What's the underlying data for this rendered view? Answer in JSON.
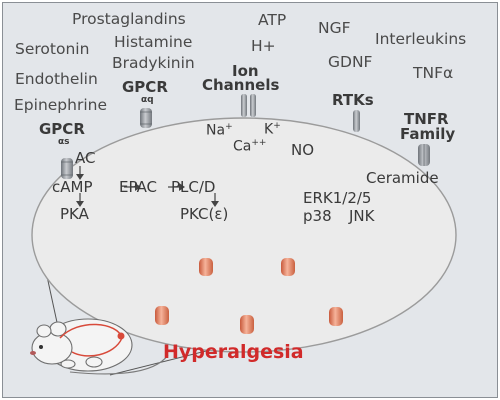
{
  "extracellular_mediators": {
    "prostaglandins": "Prostaglandins",
    "serotonin": "Serotonin",
    "histamine": "Histamine",
    "bradykinin": "Bradykinin",
    "endothelin": "Endothelin",
    "epinephrine": "Epinephrine",
    "atp": "ATP",
    "h_plus": "H+",
    "ngf": "NGF",
    "gdnf": "GDNF",
    "interleukins": "Interleukins",
    "tnf_alpha": "TNFα"
  },
  "receptors": {
    "gpcr_q": {
      "name": "GPCR",
      "subunit": "αq"
    },
    "gpcr_s": {
      "name": "GPCR",
      "subunit": "αs"
    },
    "ion_channels": {
      "line1": "Ion",
      "line2": "Channels"
    },
    "rtks": "RTKs",
    "tnfr_family": {
      "line1": "TNFR",
      "line2": "Family"
    }
  },
  "ions": {
    "na": "Na",
    "na_charge": "+",
    "k": "K",
    "k_charge": "+",
    "ca": "Ca",
    "ca_charge": "++",
    "no": "NO"
  },
  "pathway": {
    "ac": "AC",
    "camp": "cAMP",
    "epac": "EPAC",
    "plc_d": "PLC/D",
    "pka": "PKA",
    "pkc": "PKC(ε)",
    "ceramide": "Ceramide",
    "erk": "ERK1/2/5",
    "p38": "p38",
    "jnk": "JNK"
  },
  "outcome": "Hyperalgesia",
  "colors": {
    "panel_background": "#e3e6ea",
    "cell_fill": "#ebebeb",
    "receptor_gray": "#8c9096",
    "channel_orange": "#e0876a",
    "outcome_red": "#d12a2a",
    "nerve_red": "#d84a3a"
  }
}
